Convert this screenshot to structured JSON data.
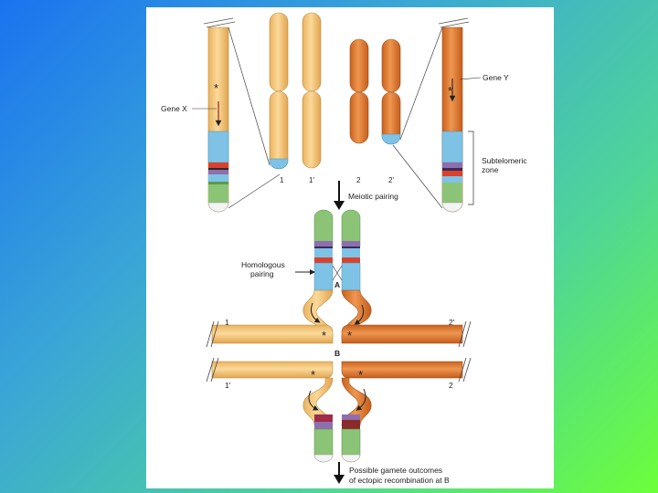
{
  "labels": {
    "gene_x": "Gene X",
    "gene_y": "Gene Y",
    "subtelomeric_line1": "Subtelomeric",
    "subtelomeric_line2": "zone",
    "meiotic_pairing": "Meiotic pairing",
    "homologous_line1": "Homologous",
    "homologous_line2": "pairing",
    "chrom_1": "1",
    "chrom_1p": "1'",
    "chrom_2": "2",
    "chrom_2p": "2'",
    "site_a": "A",
    "site_b": "B",
    "outcome_line1": "Possible gamete outcomes",
    "outcome_line2": "of ectopic recombination at B",
    "star": "*"
  },
  "colors": {
    "chromosome_1": "#f5c779",
    "chromosome_2": "#e07a2e",
    "subtelomere_blue": "#7ec3e6",
    "band_red": "#d9422c",
    "band_purple": "#8e6fae",
    "band_green": "#8cc477",
    "background_gradient_start": "#1a73f0",
    "background_gradient_end": "#6cff3a"
  }
}
